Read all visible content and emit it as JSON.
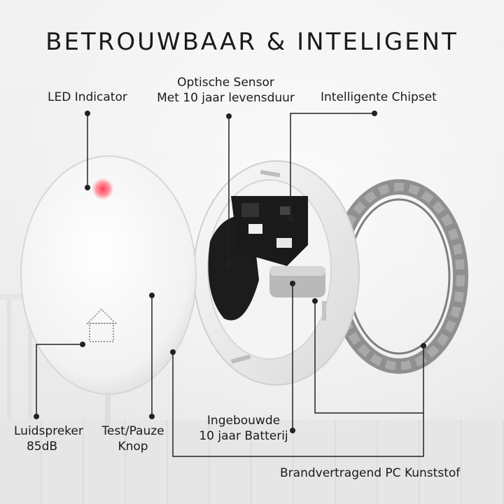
{
  "headline": "BETROUWBAAR & INTELIGENT",
  "callouts": {
    "led_indicator": "LED Indicator",
    "optic_sensor_line1": "Optische Sensor",
    "optic_sensor_line2": "Met 10 jaar levensduur",
    "chipset": "Intelligente Chipset",
    "speaker_line1": "Luidspreker",
    "speaker_line2": "85dB",
    "test_line1": "Test/Pauze",
    "test_line2": "Knop",
    "battery_line1": "Ingebouwde",
    "battery_line2": "10 jaar Batterij",
    "pc_material": "Brandvertragend PC Kunststof"
  },
  "colors": {
    "led": "#ff3b4e",
    "ring": "#8f8f8f",
    "cover": "#f7f7f7",
    "leader": "#222222"
  }
}
